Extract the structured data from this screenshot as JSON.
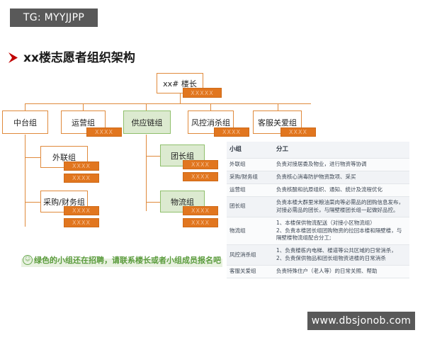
{
  "watermarks": {
    "top": "TG: MYYJJPP",
    "bottom": "www.dbsjonob.com"
  },
  "title": {
    "text": "xx楼志愿者组织架构",
    "arrow_icon": "chevron-right-icon"
  },
  "chart_data": {
    "type": "diagram",
    "title": "xx楼志愿者组织架构",
    "root": {
      "label": "xx# 楼长",
      "badges": [
        "XXXXX"
      ],
      "color": "orange"
    },
    "level2": [
      {
        "label": "中台组",
        "badges": [],
        "color": "orange"
      },
      {
        "label": "运营组",
        "badges": [
          "XXXX"
        ],
        "color": "orange"
      },
      {
        "label": "供应链组",
        "badges": [],
        "color": "green"
      },
      {
        "label": "风控消杀组",
        "badges": [
          "XXXX"
        ],
        "color": "orange"
      },
      {
        "label": "客服关爱组",
        "badges": [
          "XXXX"
        ],
        "color": "orange"
      }
    ],
    "level3": [
      {
        "parent": "中台组",
        "label": "外联组",
        "badges": [
          "XXXX",
          "XXXX"
        ],
        "color": "orange"
      },
      {
        "parent": "中台组",
        "label": "采购/财务组",
        "badges": [
          "XXXX",
          "XXXX"
        ],
        "color": "orange"
      },
      {
        "parent": "供应链组",
        "label": "团长组",
        "badges": [
          "XXXX",
          "XXXX"
        ],
        "color": "green"
      },
      {
        "parent": "供应链组",
        "label": "物流组",
        "badges": [
          "XXXX",
          "XXXX"
        ],
        "color": "green"
      }
    ],
    "colors": {
      "orange_border": "#e08a3c",
      "green_border": "#8fbf6b",
      "green_fill": "#dcead0",
      "badge_fill": "#e1761f"
    }
  },
  "note": {
    "icon": "smiley-icon",
    "icon_glyph": "☺",
    "text": "绿色的小组还在招聘，请联系楼长或者小组成员报名吧"
  },
  "table": {
    "headers": [
      "小组",
      "分工"
    ],
    "rows": [
      {
        "group": "外联组",
        "duty": [
          "负责对接居委及物业，进行物资等协调"
        ]
      },
      {
        "group": "采购/财务组",
        "duty": [
          "负责核心消毒防护物资款项、采买"
        ]
      },
      {
        "group": "运营组",
        "duty": [
          "负责核酸和抗原组织、通知、统计及流程优化"
        ]
      },
      {
        "group": "团长组",
        "duty": [
          "负责本楼大群里米粮油菜肉等必需品的团购信息发布，",
          "对接必需品的团长，与隔壁楼团长组一起做好品控。"
        ]
      },
      {
        "group": "物流组",
        "duty": [
          "1、本楼保供物流配送（对接小区物流组）",
          "2、负责本楼团长组团购物资的拉回本楼和隔壁楼，与",
          "隔壁楼物流组配合分工;"
        ]
      },
      {
        "group": "风控消杀组",
        "duty": [
          "1、负责楼栋内电梯、楼道等公共区域的日常消杀，",
          "2、负责保供物品和团长组物资进楼的日常消杀"
        ]
      },
      {
        "group": "客服关爱组",
        "duty": [
          "负责特殊住户（老人等）的日常关照、帮助"
        ]
      }
    ]
  }
}
